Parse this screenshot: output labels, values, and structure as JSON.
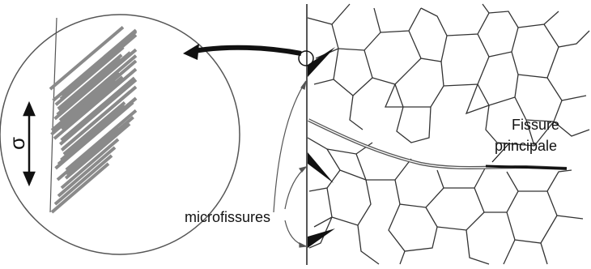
{
  "labels": {
    "stress": "σ",
    "main_crack_line1": "Fissure",
    "main_crack_line2": "principale",
    "microcracks": "microfissures"
  },
  "colors": {
    "ink": "#111111",
    "grain_boundary": "#333333",
    "slip_band": "#8a8a8a",
    "background": "#ffffff"
  }
}
